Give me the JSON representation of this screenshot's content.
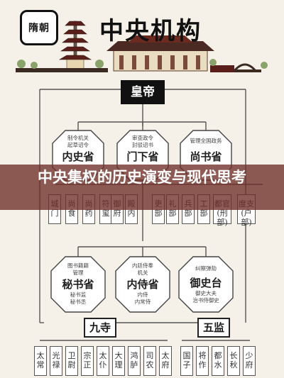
{
  "header": {
    "dynasty_seal": "隋朝",
    "title": "中央机构"
  },
  "emperor": "皇帝",
  "top_offices": [
    {
      "name": "内史省",
      "duties": [
        "制令机关",
        "起草诏令"
      ]
    },
    {
      "name": "门下省",
      "duties": [
        "审查政令",
        "封驳诏书"
      ]
    },
    {
      "name": "尚书省",
      "duties": [
        "管理全国政务"
      ]
    }
  ],
  "ministries": [
    "城门",
    "尚食",
    "尚药",
    "符玺",
    "御府",
    "殿内",
    "吏部",
    "礼部",
    "兵部",
    "工部",
    "都官(刑部)",
    "度支(户部)"
  ],
  "banner": "中央集权的历史演变与现代思考",
  "lower_offices": [
    {
      "name": "秘书省",
      "top": [
        "图书籍籍",
        "管理"
      ],
      "bottom": [
        "秘书监",
        "秘书丞"
      ]
    },
    {
      "name": "内侍省",
      "top": [
        "内廷侍奉",
        "机关"
      ],
      "bottom": [
        "内侍",
        "内常侍"
      ]
    },
    {
      "name": "御史台",
      "top": [
        "纠察弹劾"
      ],
      "bottom": [
        "御史大夫",
        "治书侍御史"
      ]
    }
  ],
  "nine_temples": {
    "label": "九寺",
    "items": [
      "太常",
      "光禄",
      "卫尉",
      "宗正",
      "太仆",
      "大理",
      "鸿胪",
      "司农",
      "太府"
    ]
  },
  "five_directorates": {
    "label": "五监",
    "items": [
      "国子",
      "将作",
      "都水",
      "长秋",
      "少府"
    ]
  }
}
